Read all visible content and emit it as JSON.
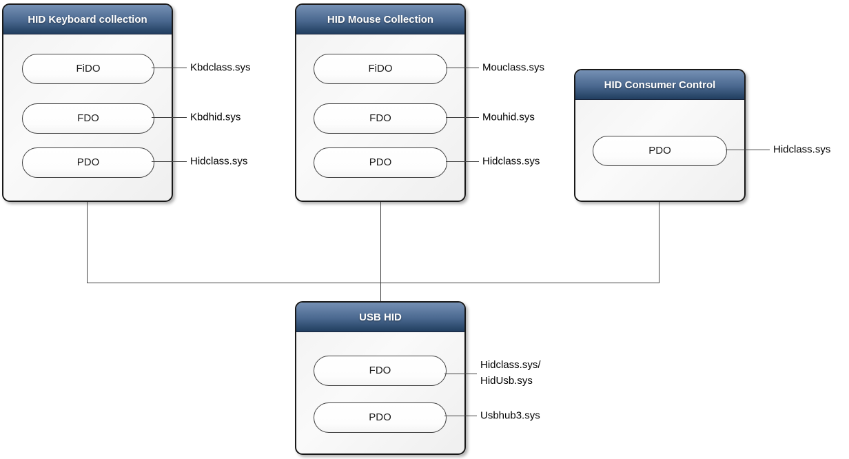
{
  "diagram": {
    "boxes": [
      {
        "title": "HID Keyboard collection",
        "nodes": [
          {
            "label": "FiDO",
            "driver": "Kbdclass.sys"
          },
          {
            "label": "FDO",
            "driver": "Kbdhid.sys"
          },
          {
            "label": "PDO",
            "driver": "Hidclass.sys"
          }
        ]
      },
      {
        "title": "HID Mouse Collection",
        "nodes": [
          {
            "label": "FiDO",
            "driver": "Mouclass.sys"
          },
          {
            "label": "FDO",
            "driver": "Mouhid.sys"
          },
          {
            "label": "PDO",
            "driver": "Hidclass.sys"
          }
        ]
      },
      {
        "title": "HID Consumer Control",
        "nodes": [
          {
            "label": "PDO",
            "driver": "Hidclass.sys"
          }
        ]
      },
      {
        "title": "USB HID",
        "nodes": [
          {
            "label": "FDO",
            "driver": "Hidclass.sys/\nHidUsb.sys"
          },
          {
            "label": "PDO",
            "driver": "Usbhub3.sys"
          }
        ]
      }
    ],
    "colors": {
      "header_top": "#7590b4",
      "header_bottom": "#223e60",
      "box_border": "#191919",
      "connector": "#404040",
      "pill_fill": "#ffffff"
    }
  }
}
